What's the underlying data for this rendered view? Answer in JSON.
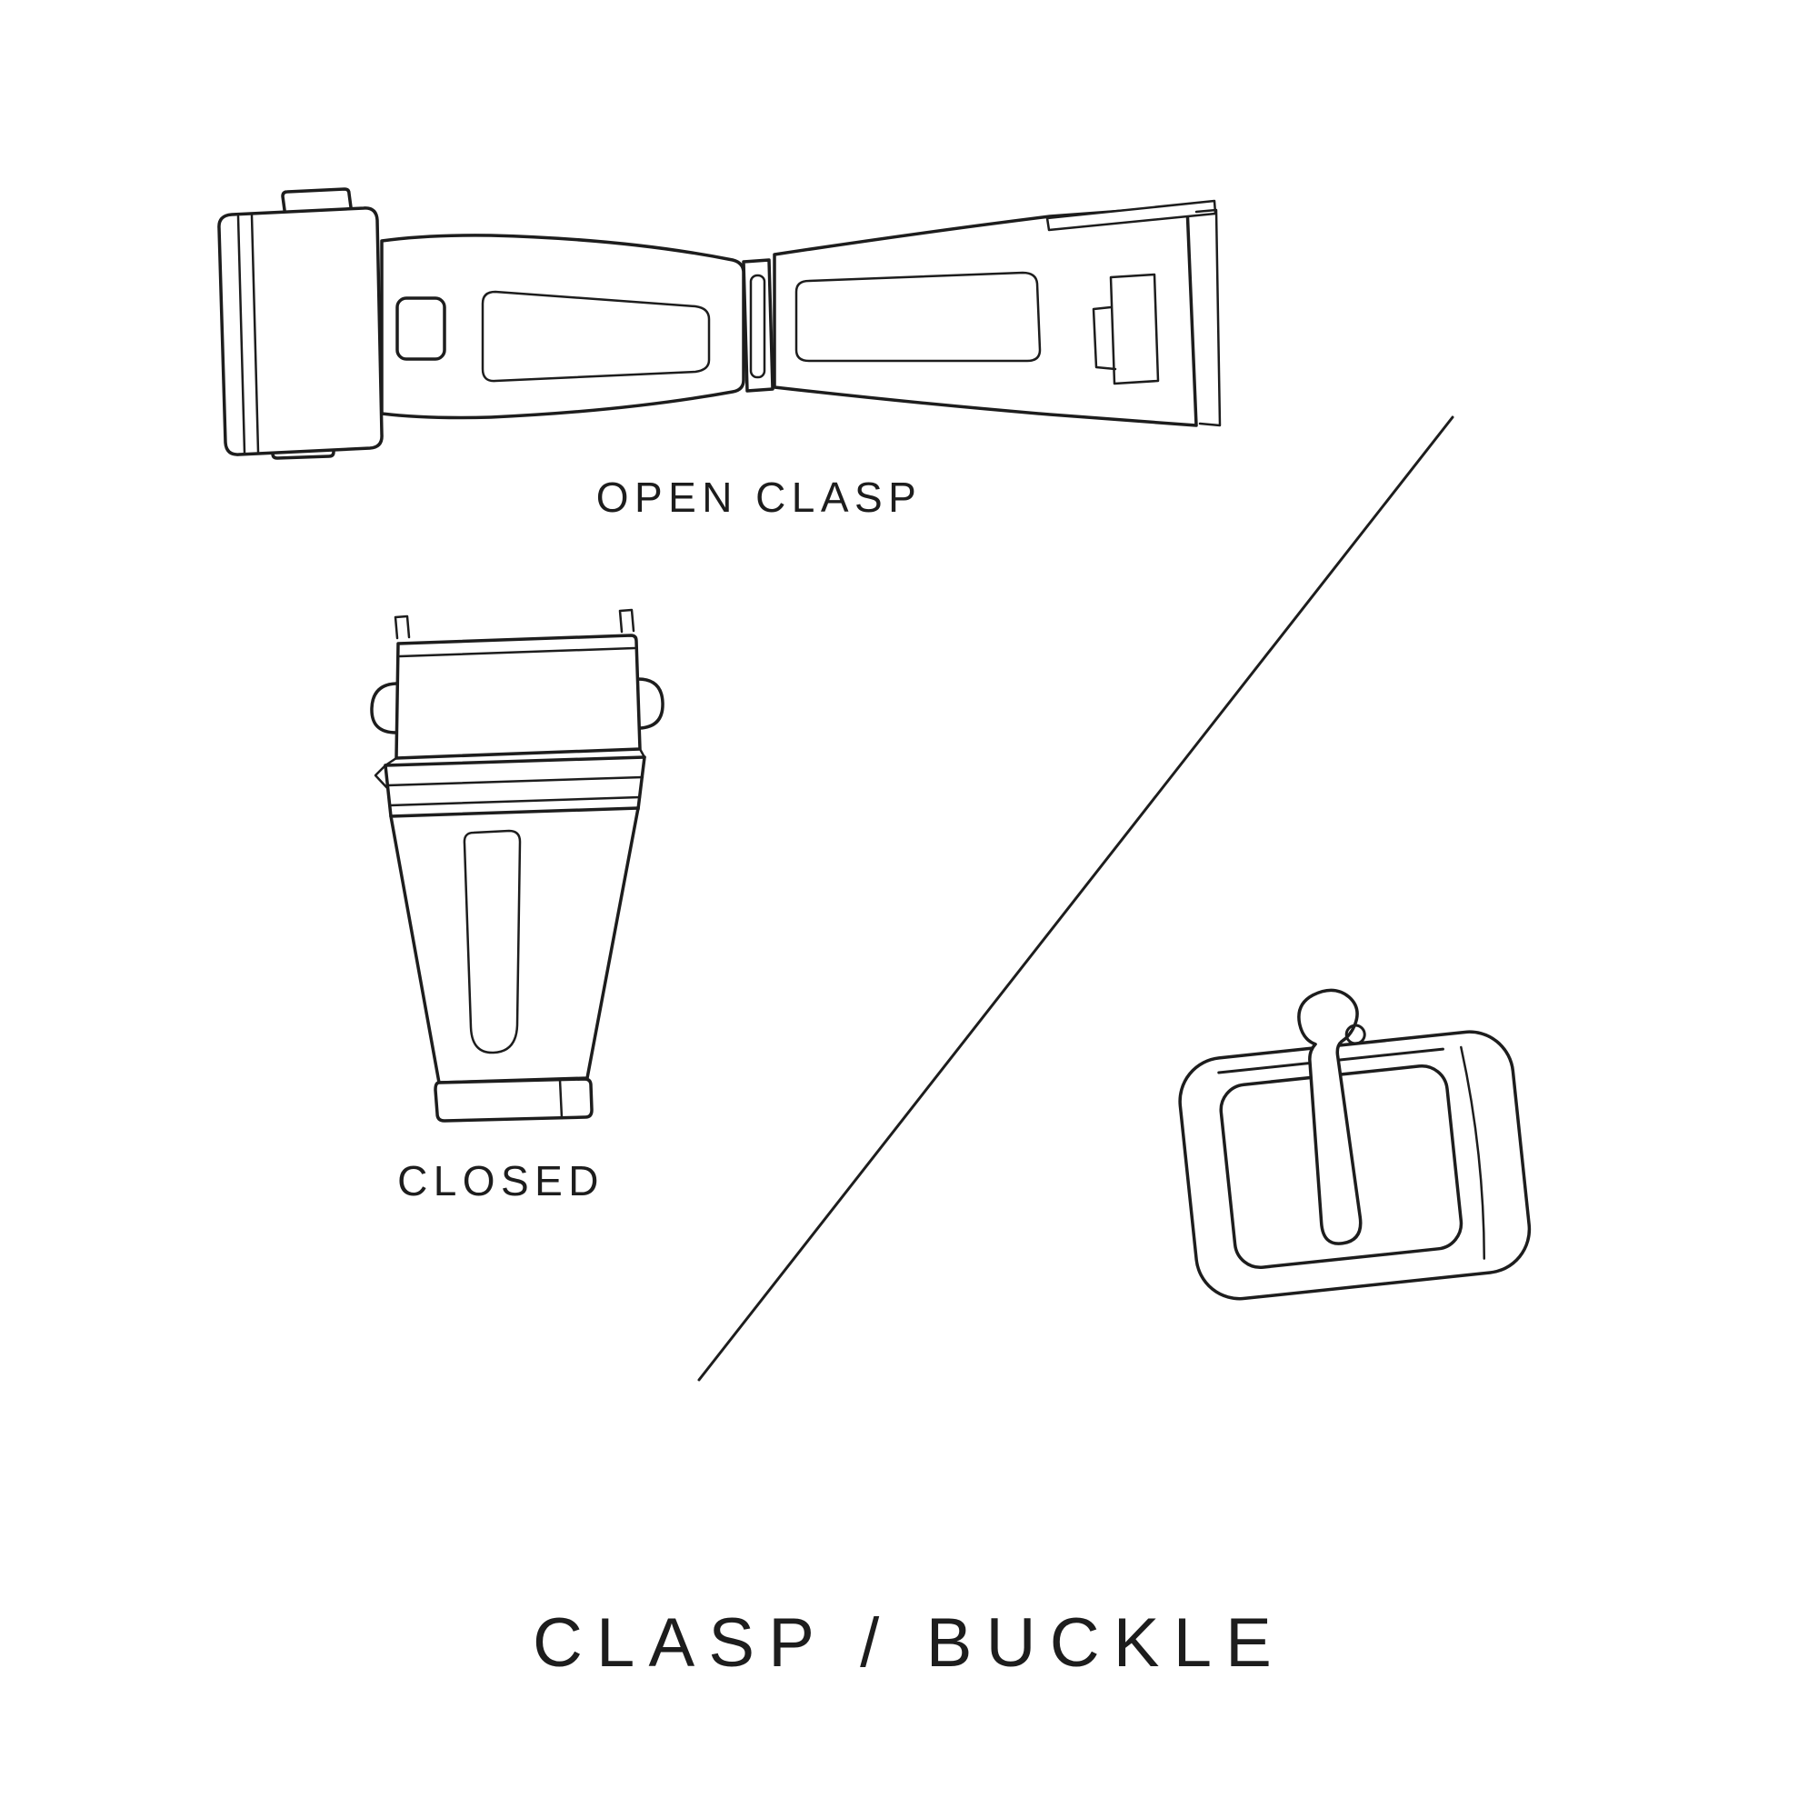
{
  "colors": {
    "background": "#ffffff",
    "ink": "#1d1d1d"
  },
  "diagram": {
    "title": "CLASP / BUCKLE",
    "items": [
      {
        "id": "open-clasp",
        "label": "OPEN CLASP"
      },
      {
        "id": "closed-clasp",
        "label": "CLOSED"
      },
      {
        "id": "tang-buckle",
        "label": ""
      }
    ]
  }
}
